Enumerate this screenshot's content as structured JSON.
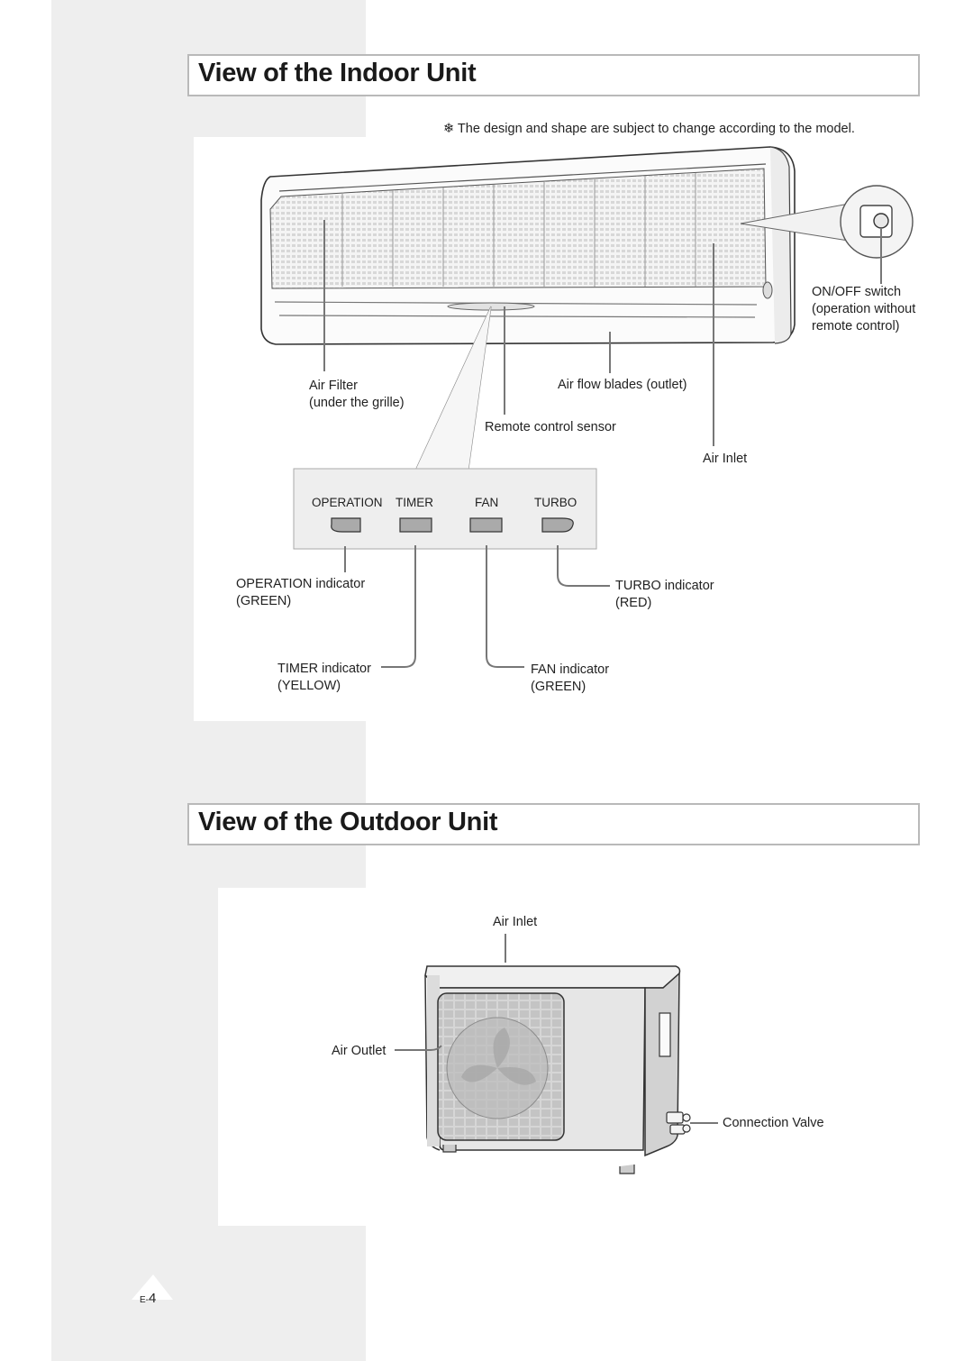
{
  "sections": {
    "indoor_title": "View of the Indoor Unit",
    "outdoor_title": "View of the Outdoor Unit"
  },
  "note": "❄ The design and shape are subject to change according to the model.",
  "indoor": {
    "on_off": [
      "ON/OFF switch",
      "(operation without",
      " remote control)"
    ],
    "air_filter": [
      "Air Filter",
      "(under the grille)"
    ],
    "air_flow_blades": "Air flow blades (outlet)",
    "remote_sensor": "Remote control sensor",
    "air_inlet": "Air Inlet",
    "panel_labels": [
      "OPERATION",
      "TIMER",
      "FAN",
      "TURBO"
    ],
    "operation_indicator": [
      "OPERATION indicator",
      "(GREEN)"
    ],
    "turbo_indicator": [
      "TURBO indicator",
      "(RED)"
    ],
    "timer_indicator": [
      "TIMER indicator",
      "(YELLOW)"
    ],
    "fan_indicator": [
      "FAN indicator",
      "(GREEN)"
    ]
  },
  "outdoor": {
    "air_inlet": "Air Inlet",
    "air_outlet": "Air Outlet",
    "connection_valve": "Connection Valve"
  },
  "page": {
    "prefix": "E-",
    "number": "4"
  }
}
